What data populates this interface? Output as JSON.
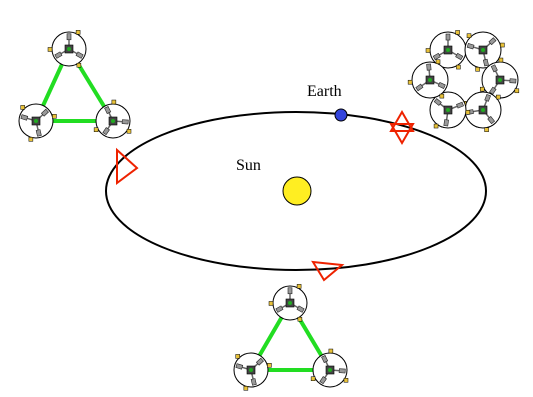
{
  "labels": {
    "earth": "Earth",
    "sun": "Sun"
  },
  "colors": {
    "orbit": "#000000",
    "sun": "#ffee22",
    "earth": "#3344dd",
    "marker": "#ee2200",
    "link": "#22dd22",
    "spacecraft_body": "#ffffff",
    "spacecraft_stub": "#e8c23a"
  },
  "formations": {
    "left_triangle": {
      "spacecraft": 3
    },
    "bottom_triangle": {
      "spacecraft": 3
    },
    "hexagon": {
      "spacecraft": 6
    }
  }
}
